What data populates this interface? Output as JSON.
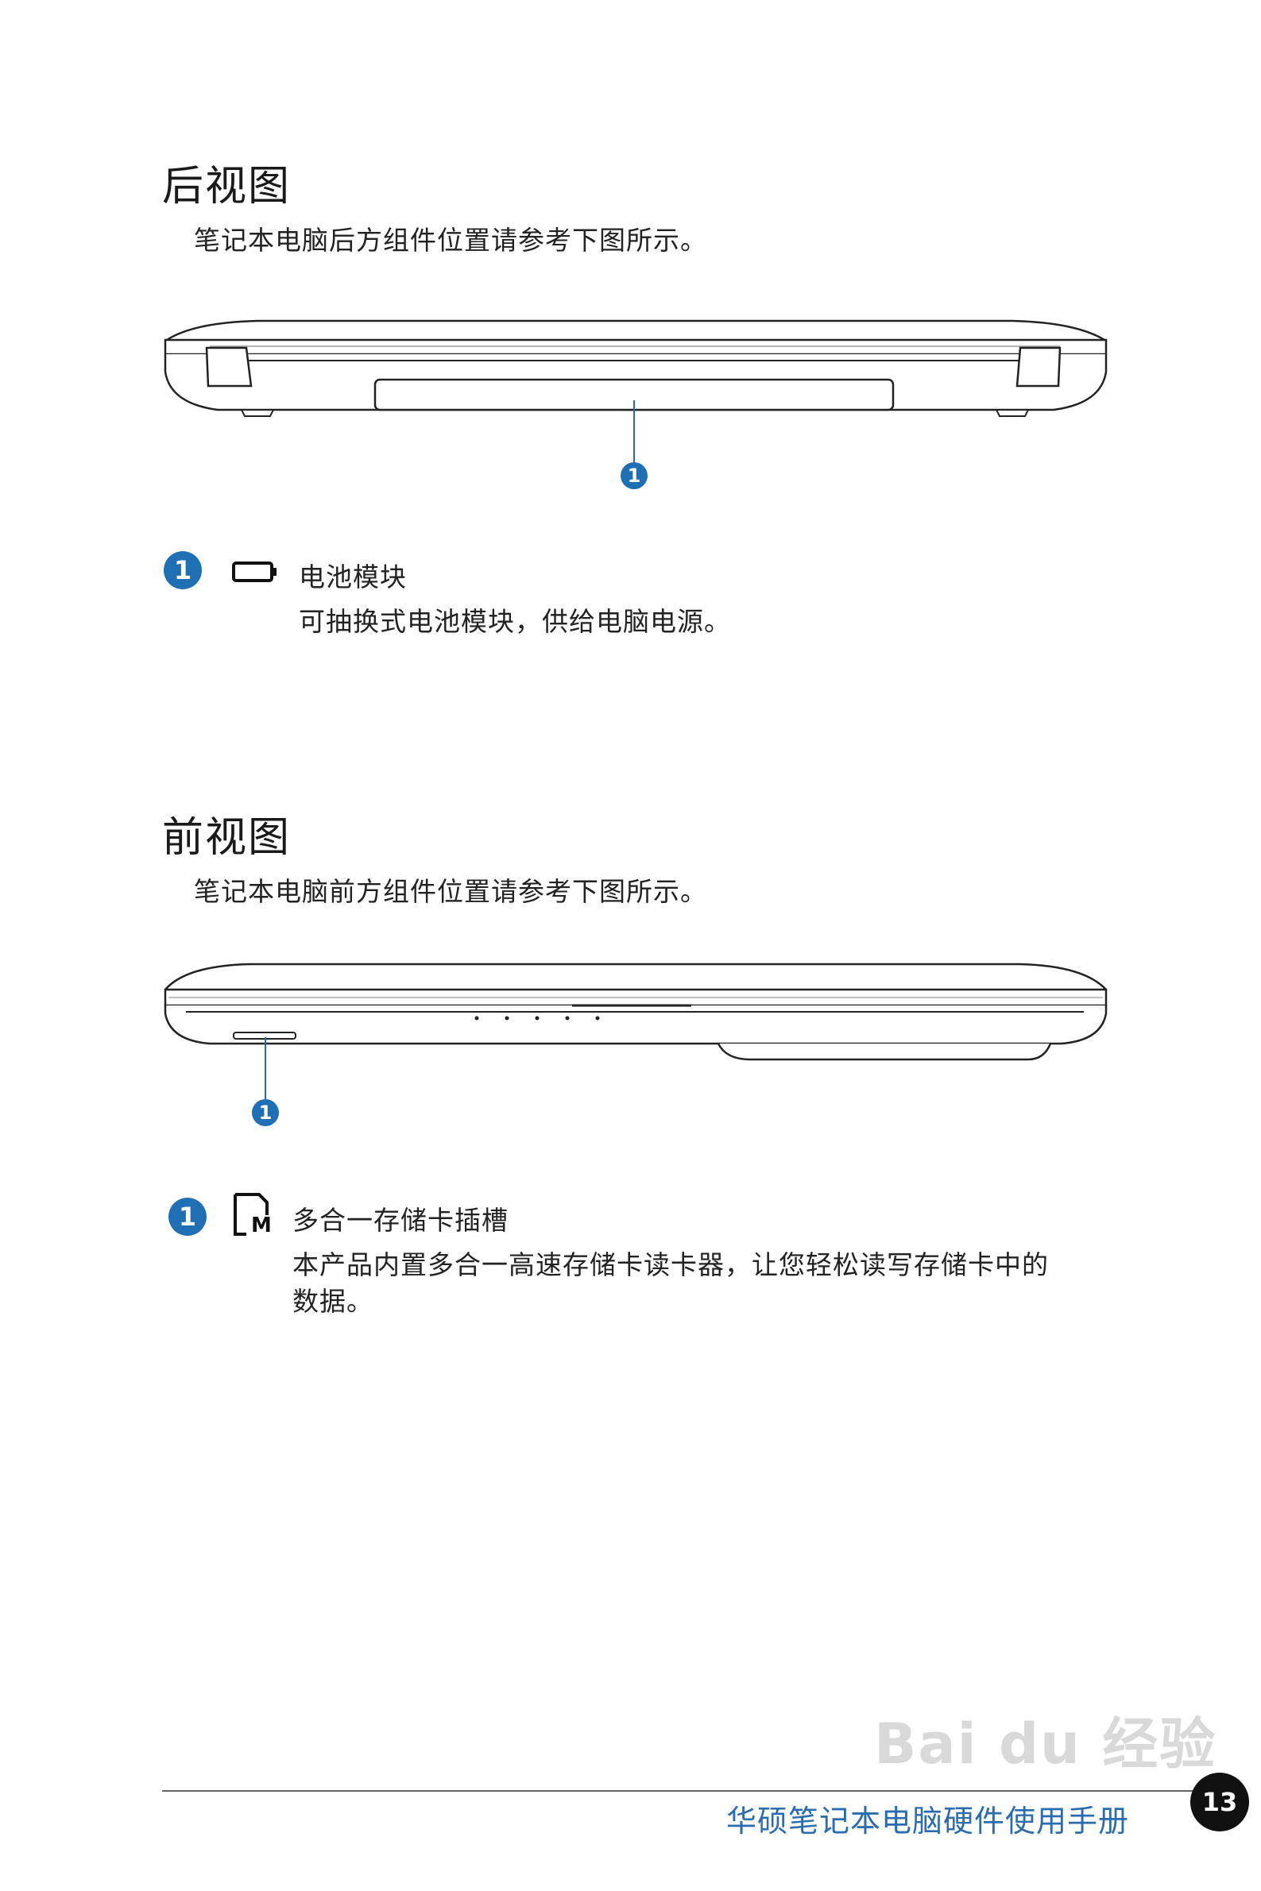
{
  "rear": {
    "heading": "后视图",
    "intro": "笔记本电脑后方组件位置请参考下图所示。",
    "callout": "1",
    "item": {
      "number": "1",
      "icon": "battery-icon",
      "title": "电池模块",
      "desc": "可抽换式电池模块，供给电脑电源。"
    }
  },
  "front": {
    "heading": "前视图",
    "intro": "笔记本电脑前方组件位置请参考下图所示。",
    "callout": "1",
    "item": {
      "number": "1",
      "icon": "memory-card-icon",
      "icon_letter": "M",
      "title": "多合一存储卡插槽",
      "desc_line1": "本产品内置多合一高速存储卡读卡器，让您轻松读写存储卡中的",
      "desc_line2": "数据。"
    }
  },
  "footer": {
    "title": "华硕笔记本电脑硬件使用手册",
    "page": "13"
  },
  "watermark": {
    "brand": "Bai du 经验"
  },
  "colors": {
    "accent": "#1f6fb5",
    "footer_title": "#2b6cb0"
  }
}
